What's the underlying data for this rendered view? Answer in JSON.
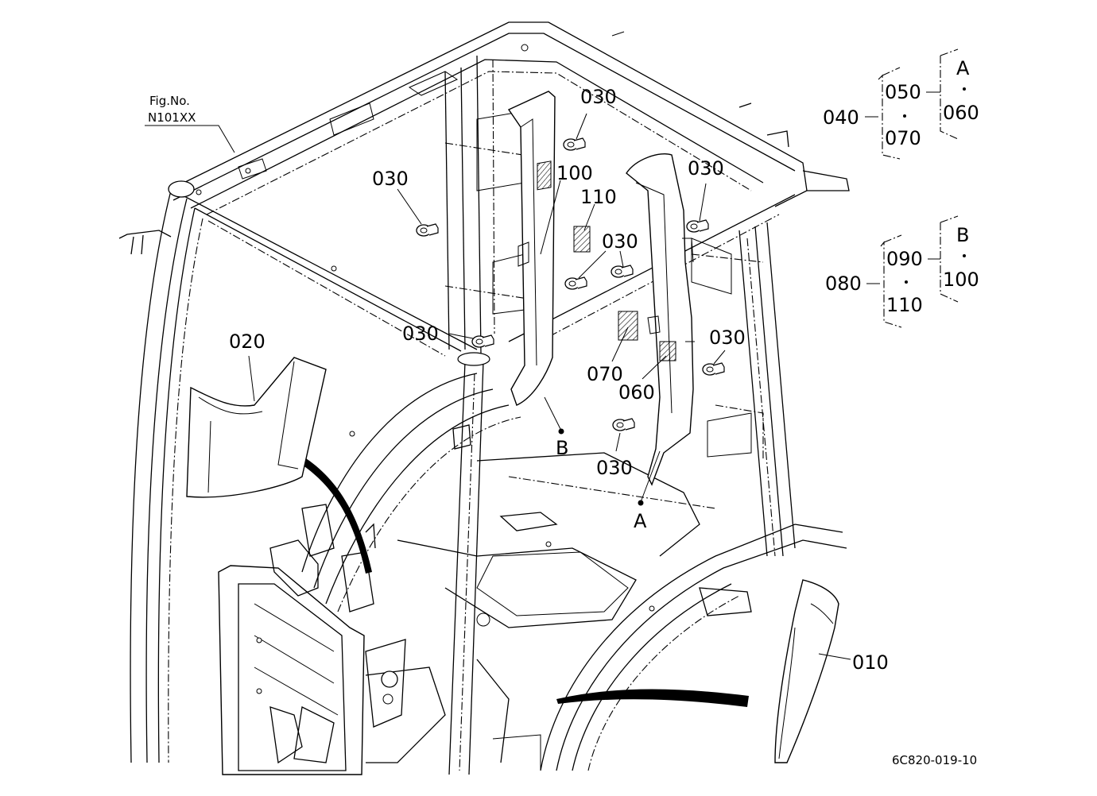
{
  "figure": {
    "fig_no_label": "Fig.No.",
    "fig_no_value": "N101XX",
    "drawing_code": "6C820-019-10"
  },
  "callouts": {
    "p010": "010",
    "p020": "020",
    "p030": "030",
    "p060": "060",
    "p070": "070",
    "p100": "100",
    "p110": "110",
    "ref_a": "A",
    "ref_b": "B"
  },
  "legend": {
    "group_a": {
      "parent": "040",
      "child_top": "050",
      "child_bottom": "070",
      "ref": "A",
      "ref_item": "060"
    },
    "group_b": {
      "parent": "080",
      "child_top": "090",
      "child_bottom": "110",
      "ref": "B",
      "ref_item": "100"
    }
  }
}
